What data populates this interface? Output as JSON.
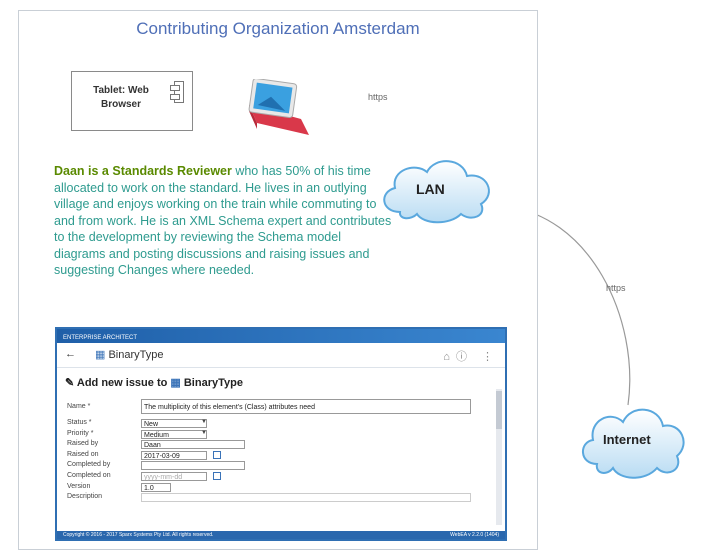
{
  "title": "Contributing Organization Amsterdam",
  "component": {
    "label": "Tablet: Web Browser"
  },
  "description": {
    "highlight": "Daan is a Standards Reviewer",
    "text": " who has 50% of his time allocated to work on the standard. He lives in an outlying village and enjoys working on the train while commuting to and from work. He is an XML Schema expert and contributes to the development by reviewing the Schema model diagrams and posting discussions and raising issues and suggesting Changes where needed."
  },
  "nodes": {
    "lan": "LAN",
    "internet": "Internet"
  },
  "connectors": {
    "tablet_lan": "https",
    "lan_internet": "https"
  },
  "app": {
    "header_brand": "ENTERPRISE ARCHITECT",
    "back": "←",
    "title": "BinaryType",
    "add_issue_prefix": "Add new issue to",
    "add_issue_target": "BinaryType",
    "fields": [
      {
        "key": "Name *",
        "value": "The multiplicity of this element's (Class) attributes need"
      },
      {
        "key": "Status *",
        "value": "New"
      },
      {
        "key": "Priority *",
        "value": "Medium"
      },
      {
        "key": "Raised by",
        "value": "Daan"
      },
      {
        "key": "Raised on",
        "value": "2017-03-09"
      },
      {
        "key": "Completed by",
        "value": ""
      },
      {
        "key": "Completed on",
        "value": "yyyy-mm-dd"
      },
      {
        "key": "Version",
        "value": "1.0"
      },
      {
        "key": "Description",
        "value": ""
      }
    ],
    "footer_left": "Copyright © 2016 - 2017 Sparx Systems Pty Ltd. All rights reserved.",
    "footer_right": "WebEA v 2.2.0 (1404)"
  }
}
